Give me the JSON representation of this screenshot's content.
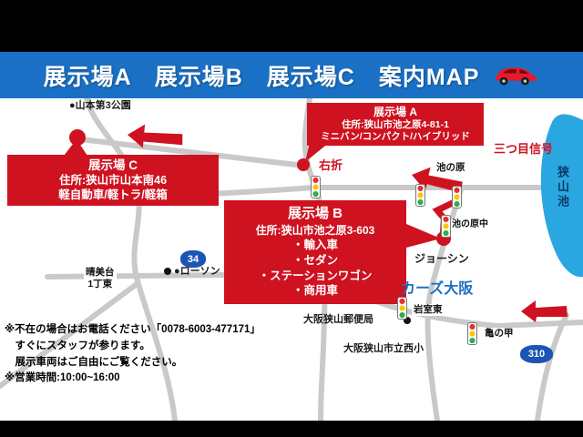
{
  "header": {
    "title": "展示場A　展示場B　展示場C　案内MAP"
  },
  "callouts": {
    "a": {
      "title": "展示場 A",
      "address": "住所:狭山市池之原4-81-1",
      "vehicles": "ミニバン/コンパクト/ハイブリッド"
    },
    "b": {
      "title": "展示場 B",
      "address": "住所:狭山市池之原3-603",
      "items": [
        "・輸入車",
        "・セダン",
        "・ステーションワゴン",
        "・商用車"
      ]
    },
    "c": {
      "title": "展示場 C",
      "address": "住所:狭山市山本南46",
      "vehicles": "軽自動車/軽トラ/軽箱"
    }
  },
  "map_labels": {
    "park": "●山本第3公園",
    "right_turn": "右折",
    "third_signal": "三つ目信号",
    "ikenohara": "池の原",
    "ikenohara_naka": "池の原中",
    "joshin": "ジョーシン",
    "cars_osaka": "カーズ大阪",
    "harumidai_line1": "晴美台",
    "harumidai_line2": "1丁東",
    "lawson": "●ローソン",
    "iwamuro_higashi": "岩室東",
    "post_office": "大阪狭山郵便局",
    "kame_no_ko": "亀の甲",
    "nishi_elementary": "大阪狭山市立西小",
    "sayama_pond": "狭山池",
    "route_34": "34",
    "route_310": "310"
  },
  "notes": {
    "line1": "※不在の場合はお電話ください「0078-6003-477171」",
    "line2": "　すぐにスタッフが参ります。",
    "line3": "　展示車両はご自由にご覧ください。",
    "line4": "※営業時間:10:00~16:00"
  },
  "colors": {
    "header_blue": "#1a70c5",
    "accent_red": "#cf1220",
    "water_blue": "#2aa7e0",
    "road_gray": "#c9c9c9"
  }
}
